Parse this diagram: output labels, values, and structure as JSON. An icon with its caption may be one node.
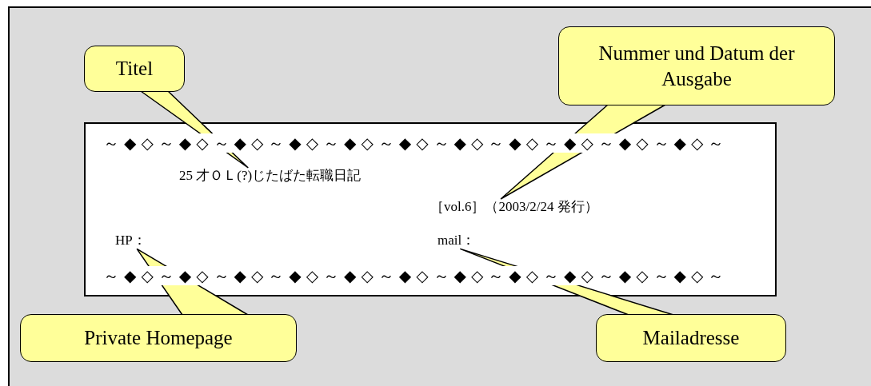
{
  "diagram": {
    "nodes": [
      {
        "text": [
          "Titel"
        ]
      },
      {
        "text": [
          "Nummer und Datum der Ausgabe"
        ]
      },
      {
        "text": [
          "～◆◇～◆◇～◆◇～◆◇～◆◇～◆◇～◆◇～◆◇～◆◇～◆◇～◆◇～",
          "～◆◇～◆◇～◆◇～◆◇～◆◇～◆◇～◆◇～◆◇～◆◇～◆◇～◆◇～"
        ]
      },
      {
        "text": [
          "25 才ＯＬ(?)じたばた転職日記"
        ],
        "in": 2
      },
      {
        "text": [
          "［vol.6］（2003/2/24 発行）"
        ],
        "in": 2
      },
      {
        "text": [
          "HP："
        ],
        "in": 2
      },
      {
        "text": [
          "mail："
        ],
        "in": 2
      },
      {
        "text": [
          "Private Homepage"
        ]
      },
      {
        "text": [
          "Mailadresse"
        ]
      }
    ],
    "edges": [
      {
        "from": 0,
        "to": 3,
        "arrow": "none"
      },
      {
        "from": 1,
        "to": 4,
        "arrow": "none"
      },
      {
        "from": 7,
        "to": 5,
        "arrow": "none"
      },
      {
        "from": 8,
        "to": 6,
        "arrow": "none"
      }
    ]
  }
}
